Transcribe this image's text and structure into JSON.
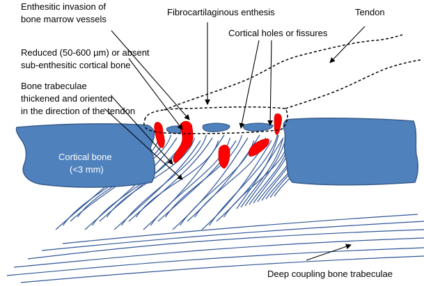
{
  "labels": {
    "enthesitic_invasion_line1": "Enthesitic invasion of",
    "enthesitic_invasion_line2": "bone marrow vessels",
    "fibrocartilaginous": "Fibrocartilaginous enthesis",
    "tendon": "Tendon",
    "cortical_holes": "Cortical holes or fissures",
    "reduced_line1": "Reduced (50-600 µm) or absent",
    "reduced_line2": "sub-enthesitic cortical bone",
    "trabeculae_line1": "Bone trabeculae",
    "trabeculae_line2": "thickened and oriented",
    "trabeculae_line3": "in the direction of the tendon",
    "cortical_bone_line1": "Cortical bone",
    "cortical_bone_line2": "(<3  mm)",
    "deep_coupling": "Deep coupling bone trabeculae"
  },
  "colors": {
    "bone_fill": "#4f81bd",
    "bone_stroke": "#385d8a",
    "vessel_red": "#ff0000",
    "trabeculae_line": "#2f5597",
    "text": "#000000"
  }
}
